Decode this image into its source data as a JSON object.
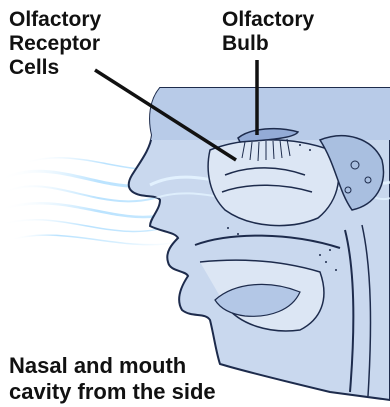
{
  "labels": {
    "receptor_cells": [
      "Olfactory",
      "Receptor",
      "Cells"
    ],
    "bulb": [
      "Olfactory",
      "Bulb"
    ]
  },
  "caption": [
    "Nasal and mouth",
    "cavity from the side"
  ],
  "colors": {
    "head": "#c9d8ee",
    "head_dark": "#b3c7e6",
    "outline": "#1d2b4c",
    "airflow": "#9fd8ff",
    "text": "#111111"
  }
}
